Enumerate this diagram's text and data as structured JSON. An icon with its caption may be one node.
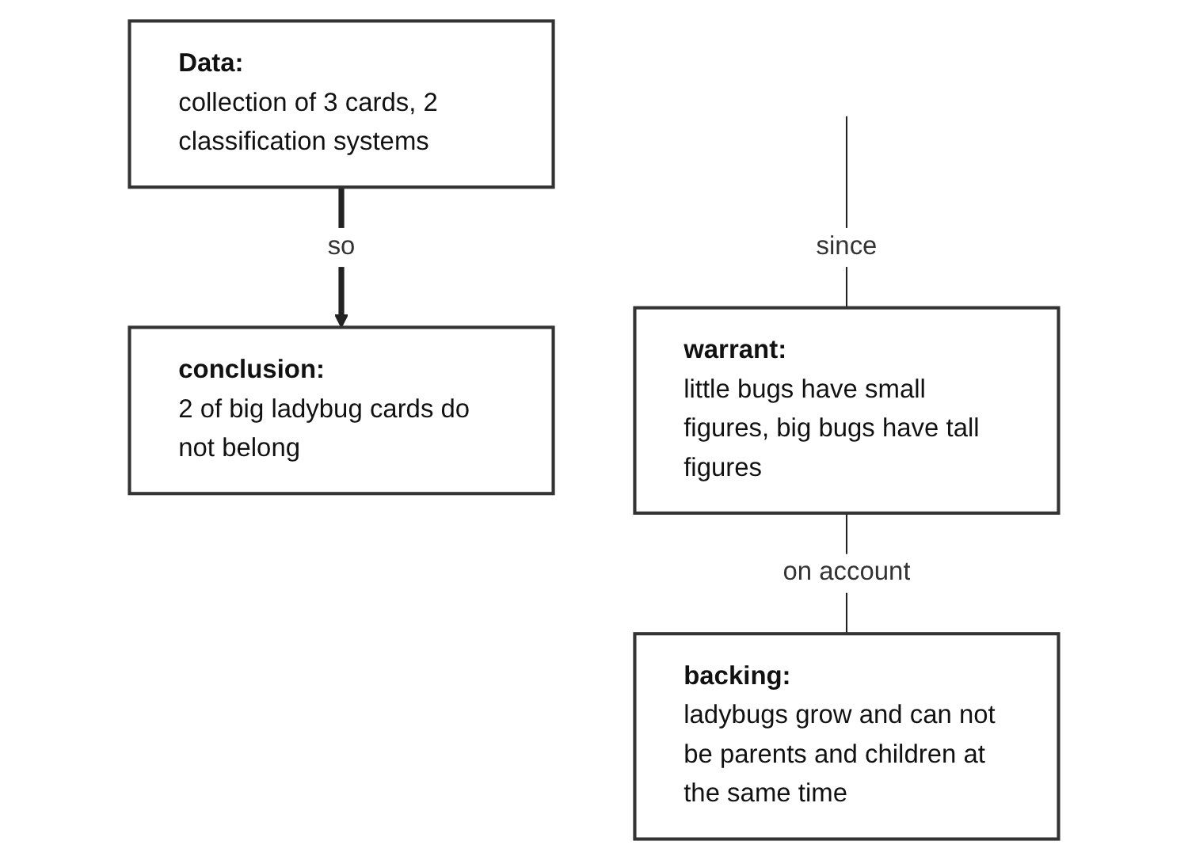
{
  "diagram": {
    "nodes": [
      {
        "text": [
          "Data:",
          "collection of 3 cards, 2 classification systems"
        ]
      },
      {
        "text": [
          "conclusion:",
          "2 of big ladybug cards do not belong"
        ]
      },
      {
        "text": [
          "warrant:",
          "little bugs have small figures, big bugs have tall figures"
        ]
      },
      {
        "text": [
          "backing:",
          "ladybugs grow and can not be parents and children at the same time"
        ]
      }
    ],
    "edges": [
      {
        "from": 0,
        "to": 1,
        "arrow": "to",
        "label": "so",
        "style": "thick"
      },
      {
        "from": null,
        "to": 2,
        "arrow": "none",
        "label": "since"
      },
      {
        "from": 2,
        "to": 3,
        "arrow": "none",
        "label": "on account"
      }
    ]
  }
}
